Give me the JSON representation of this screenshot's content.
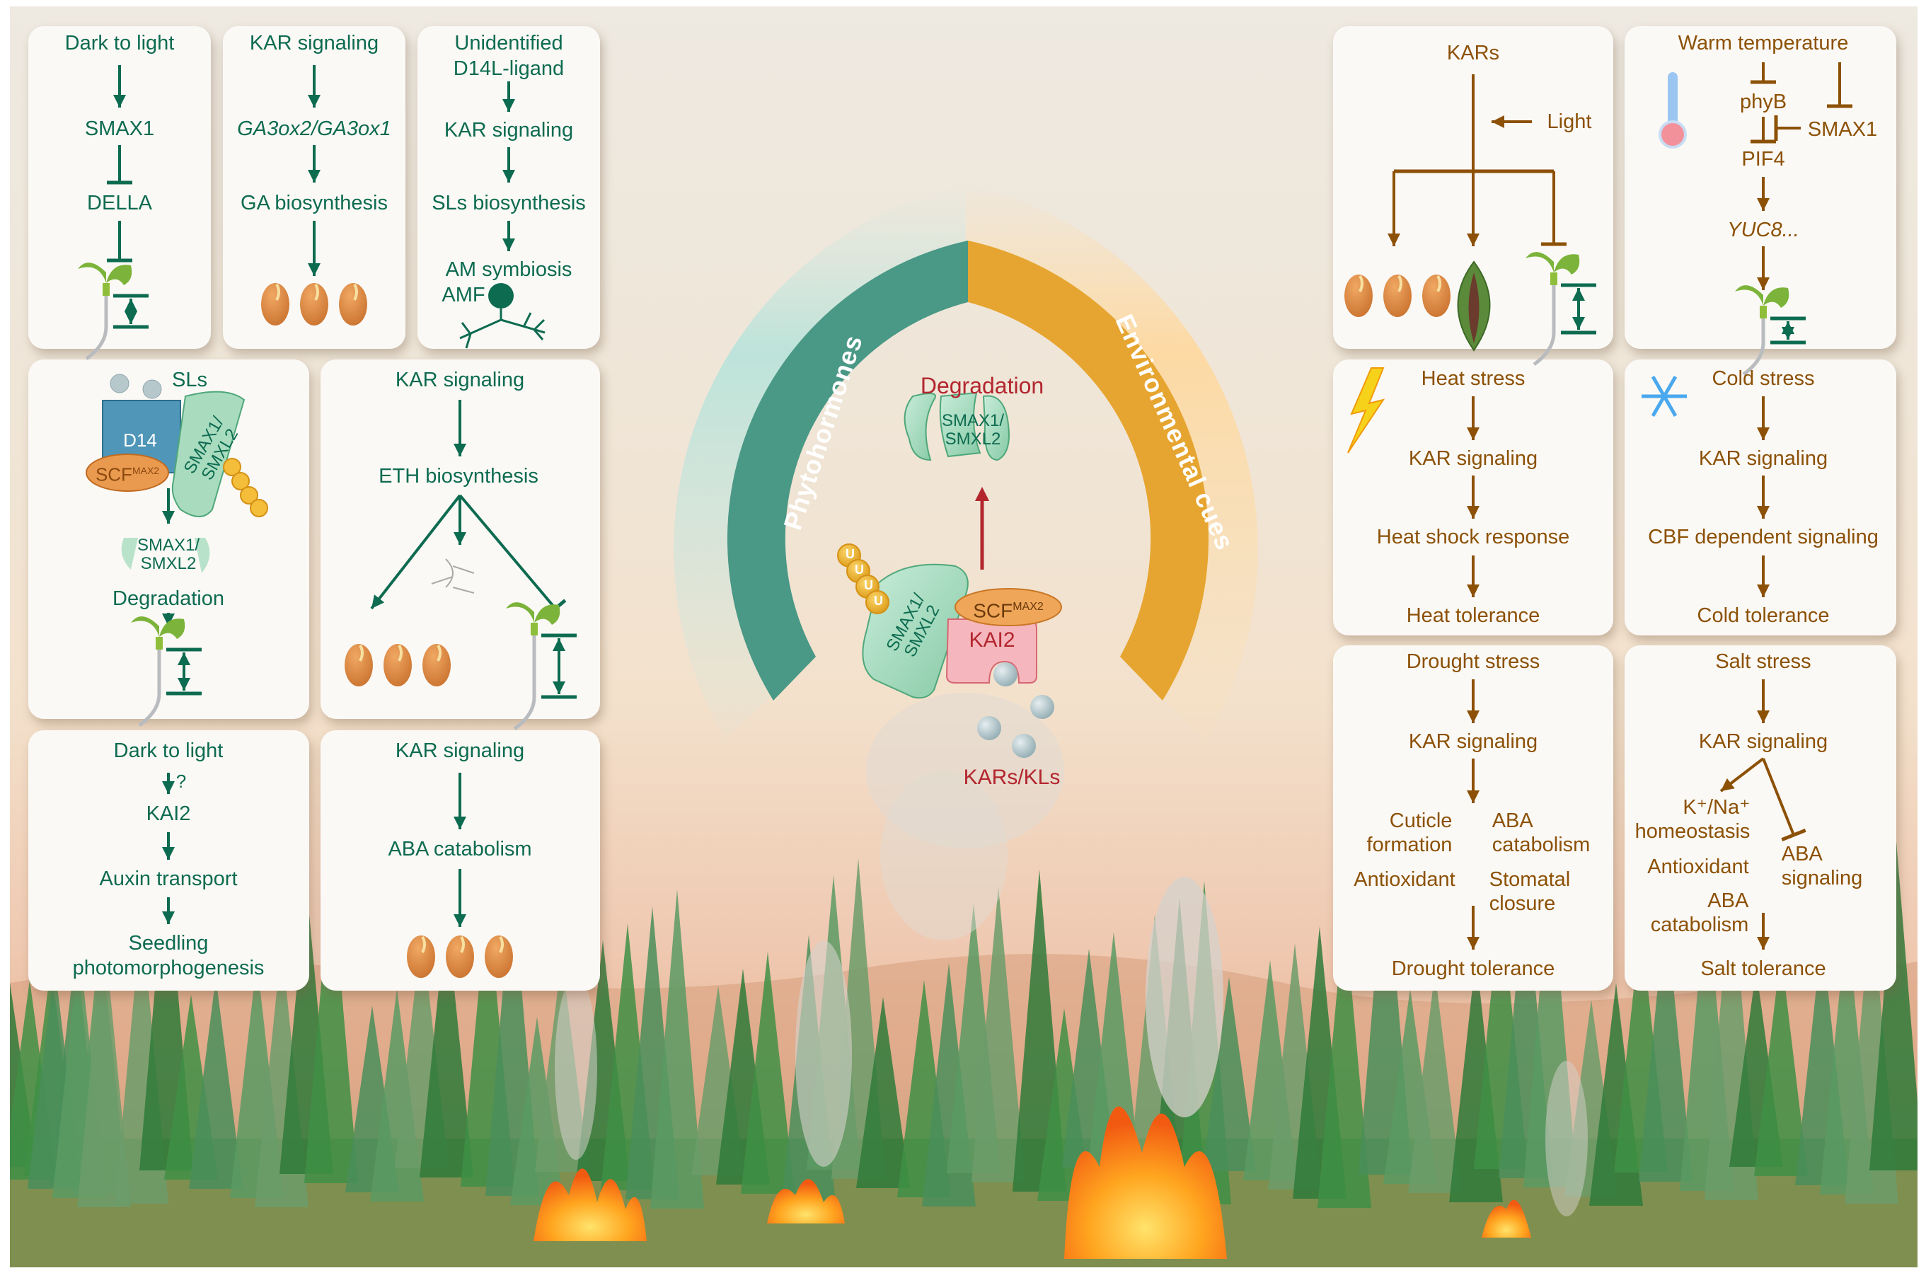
{
  "colors": {
    "phyto_green": "#0d6b50",
    "env_brown": "#8c5106",
    "degradation_red": "#b3262e",
    "ring_green": "#4a9886",
    "ring_orange": "#e6a530"
  },
  "center": {
    "ring_left_label": "Phytohormones",
    "ring_right_label": "Environmental cues",
    "degradation_label": "Degradation",
    "degraded_protein": [
      "SMAX1/",
      "SMXL2"
    ],
    "complex_protein": [
      "SMAX1/",
      "SMXL2"
    ],
    "scf_label": "SCF",
    "scf_sup": "MAX2",
    "receptor_label": "KAI2",
    "ligand_label": "KARs/KLs",
    "ubiquitin": [
      "U",
      "U",
      "U",
      "U"
    ]
  },
  "left_panels": [
    {
      "nodes": [
        "Dark to light",
        "SMAX1",
        "DELLA"
      ],
      "edges": [
        "activate",
        "inhibit",
        "inhibit"
      ],
      "output_icon": "seedling-hypocotyl-icon"
    },
    {
      "nodes": [
        "KAR signaling",
        "GA3ox2/GA3ox1",
        "GA biosynthesis"
      ],
      "edges": [
        "activate",
        "activate",
        "activate"
      ],
      "output_icon": "seeds-icon"
    },
    {
      "nodes": [
        "Unidentified",
        "D14L-ligand",
        "KAR signaling",
        "SLs biosynthesis",
        "AM symbiosis",
        "AMF"
      ],
      "output_icon": "fungus-icon"
    },
    {
      "nodes": [
        "SLs",
        "D14",
        "SCF",
        "MAX2",
        "SMAX1/",
        "SMXL2",
        "SMAX1/",
        "SMXL2",
        "Degradation"
      ],
      "ubiquitin": [
        "U",
        "U",
        "U",
        "U"
      ],
      "output_icon": "seedling-hypocotyl-icon"
    },
    {
      "nodes": [
        "KAR signaling",
        "ETH biosynthesis"
      ],
      "outputs": [
        "seeds-icon",
        "root-hair-icon",
        "seedling-root-icon"
      ]
    },
    {
      "nodes": [
        "Dark to light",
        "?",
        "KAI2",
        "Auxin transport",
        "Seedling",
        "photomorphogenesis"
      ]
    },
    {
      "nodes": [
        "KAR signaling",
        "ABA catabolism"
      ],
      "output_icon": "seeds-icon"
    }
  ],
  "right_panels": [
    {
      "nodes": [
        "KARs",
        "Light"
      ],
      "outputs": [
        "seeds-icon",
        "leaf-icon",
        "seedling-hypocotyl-icon"
      ]
    },
    {
      "nodes": [
        "Warm temperature",
        "phyB",
        "SMAX1",
        "PIF4",
        "YUC8..."
      ],
      "icon": "thermometer-icon"
    },
    {
      "nodes": [
        "Heat stress",
        "KAR signaling",
        "Heat shock response",
        "Heat tolerance"
      ],
      "icon": "lightning-icon"
    },
    {
      "nodes": [
        "Cold stress",
        "KAR signaling",
        "CBF dependent signaling",
        "Cold tolerance"
      ],
      "icon": "snowflake-icon"
    },
    {
      "nodes": [
        "Drought stress",
        "KAR signaling",
        "Cuticle",
        "formation",
        "ABA",
        "catabolism",
        "Antioxidant",
        "Stomatal",
        "closure",
        "Drought tolerance"
      ]
    },
    {
      "nodes": [
        "Salt stress",
        "KAR signaling",
        "K⁺/Na⁺",
        "homeostasis",
        "Antioxidant",
        "ABA",
        "signaling",
        "ABA",
        "catabolism",
        "Salt tolerance"
      ]
    }
  ]
}
